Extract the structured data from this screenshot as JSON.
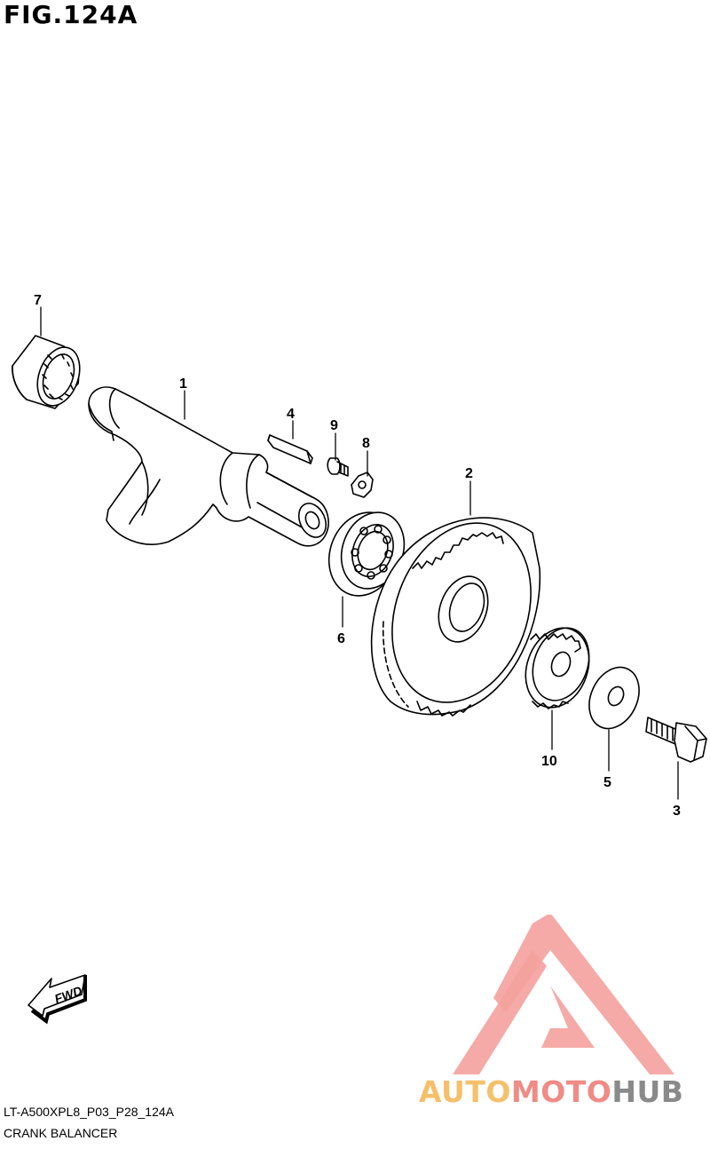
{
  "figure": {
    "title": "FIG.124A"
  },
  "callouts": [
    "1",
    "2",
    "3",
    "4",
    "5",
    "6",
    "7",
    "8",
    "9",
    "10"
  ],
  "fwd_label": "FWD",
  "footer": {
    "code": "LT-A500XPL8_P03_P28_124A",
    "name": "CRANK BALANCER"
  },
  "watermark": {
    "part1": "AUTO",
    "part2": "MOTO",
    "part3": "HUB",
    "colors": {
      "auto": "#f6c06b",
      "moto": "#f08b86",
      "hub": "#8a8a8a"
    }
  }
}
